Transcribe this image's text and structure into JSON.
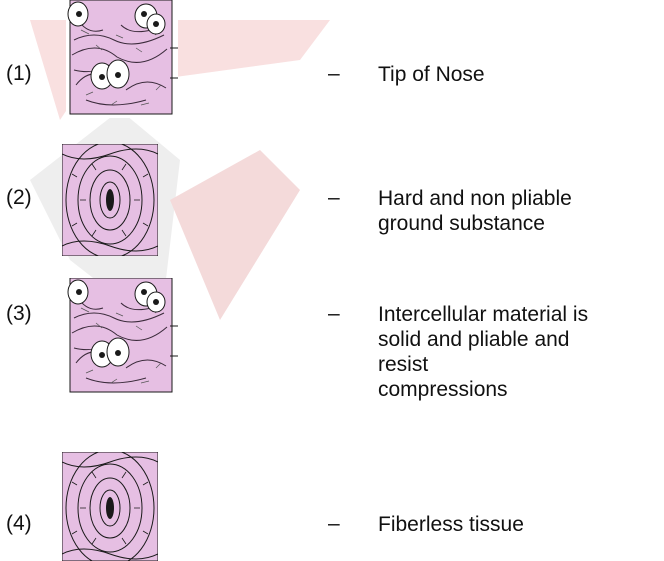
{
  "rows": [
    {
      "label": "(1)",
      "tissue_icon": "cartilage-tissue-icon",
      "description": "Tip of Nose"
    },
    {
      "label": "(2)",
      "tissue_icon": "bone-tissue-icon",
      "description": "Hard and non pliable\nground substance"
    },
    {
      "label": "(3)",
      "tissue_icon": "cartilage-tissue-icon",
      "description": "Intercellular material is\nsolid and pliable and\nresist\ncompressions"
    },
    {
      "label": "(4)",
      "tissue_icon": "bone-tissue-icon",
      "description": "Fiberless tissue"
    }
  ],
  "dash": "–",
  "colors": {
    "matrix": "#e6bfe3",
    "watermark": "#f6d7d7",
    "ink": "#1a1a1a"
  }
}
